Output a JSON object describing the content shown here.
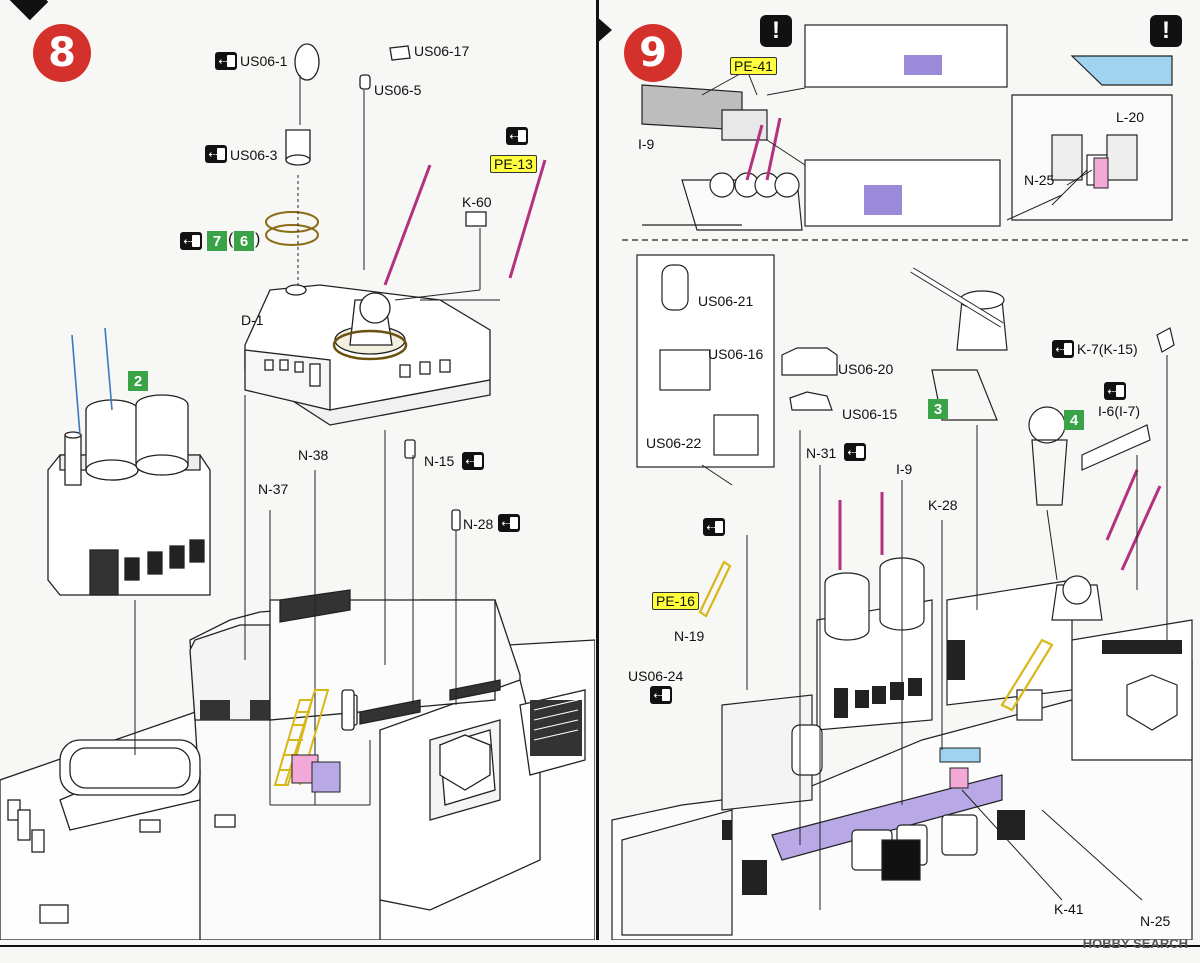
{
  "step8": {
    "number": "8",
    "labels": {
      "us06_1": "US06-1",
      "us06_17": "US06-17",
      "us06_5": "US06-5",
      "us06_3": "US06-3",
      "pe_13": "PE-13",
      "k_60": "K-60",
      "ref_7": "7",
      "ref_6": "6",
      "paren_open": "(",
      "paren_close": ")",
      "d_1": "D-1",
      "ref_2": "2",
      "n_38": "N-38",
      "n_37": "N-37",
      "n_15": "N-15",
      "n_28": "N-28"
    }
  },
  "step9": {
    "number": "9",
    "labels": {
      "pe_41": "PE-41",
      "i_9_top": "I-9",
      "l_20": "L-20",
      "n_25_top": "N-25",
      "us06_21": "US06-21",
      "us06_16": "US06-16",
      "us06_22": "US06-22",
      "us06_20": "US06-20",
      "us06_15": "US06-15",
      "k_7": "K-7(K-15)",
      "i_6": "I-6(I-7)",
      "ref_3": "3",
      "ref_4": "4",
      "n_31": "N-31",
      "i_9": "I-9",
      "k_28": "K-28",
      "pe_16": "PE-16",
      "n_19": "N-19",
      "us06_24": "US06-24",
      "k_41": "K-41",
      "n_25": "N-25"
    },
    "warning_symbol": "!"
  },
  "icons": {
    "remove_from_runner": "cut-part-icon",
    "warning": "warning-icon"
  },
  "colors": {
    "step_badge": "#d4312d",
    "subassembly_ref": "#3aa247",
    "photo_etch_tag": "#ffff3d",
    "highlight_purple": "#b8a9e6",
    "highlight_blue": "#9fd3ef",
    "highlight_pink": "#f3a9d8",
    "antenna_magenta": "#b3317e"
  },
  "watermark": "HOBBY SEARCH"
}
